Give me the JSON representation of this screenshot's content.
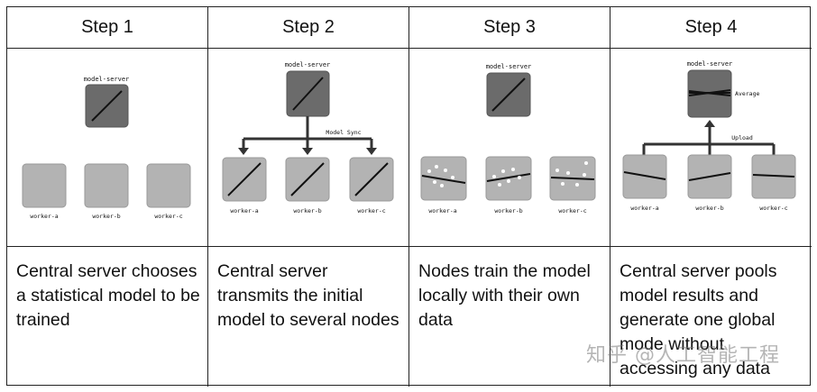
{
  "steps": [
    {
      "title": "Step 1",
      "description": "Central server chooses a statistical model to be trained"
    },
    {
      "title": "Step 2",
      "description": "Central server transmits the initial model to several nodes"
    },
    {
      "title": "Step 3",
      "description": "Nodes train the model locally with their own data"
    },
    {
      "title": "Step 4",
      "description": "Central server pools model results and generate one global mode without accessing any data"
    }
  ],
  "diagram_labels": {
    "server": "model-server",
    "worker_a": "worker-a",
    "worker_b": "worker-b",
    "worker_c": "worker-c",
    "model_sync": "Model Sync",
    "upload": "Upload",
    "average": "Average"
  },
  "watermark": "知乎 @人工智能工程",
  "colors": {
    "server_box": "#6b6b6b",
    "worker_box": "#b3b3b3",
    "line": "#111111",
    "border": "#222222"
  }
}
